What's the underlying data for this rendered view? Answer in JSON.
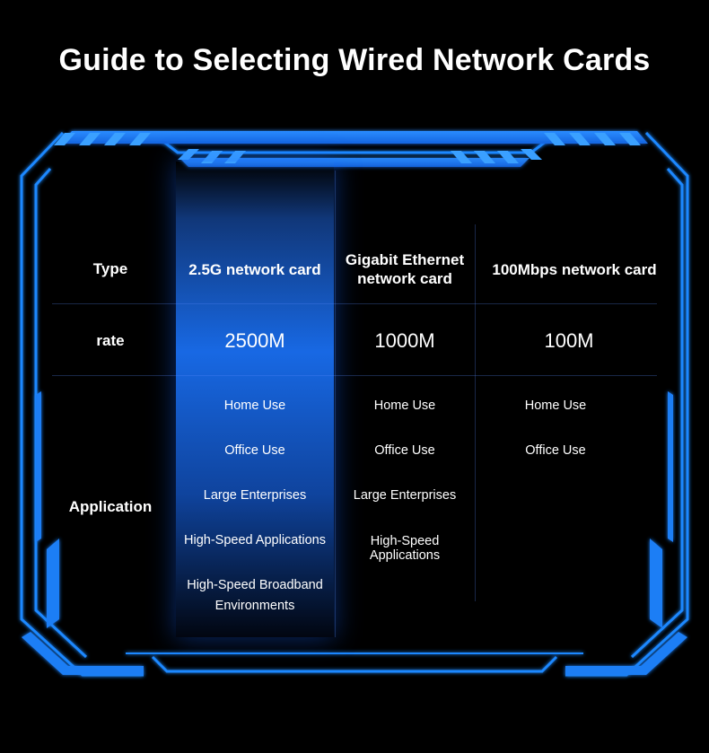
{
  "title": "Guide to Selecting Wired Network Cards",
  "colors": {
    "background": "#000000",
    "frame_blue": "#1e88ff",
    "highlight_blue": "#1a6ef0",
    "text": "#ffffff"
  },
  "table": {
    "row_labels": {
      "type": "Type",
      "rate": "rate",
      "application": "Application"
    },
    "columns": [
      {
        "type": "2.5G network card",
        "rate": "2500M",
        "applications": [
          "Home Use",
          "Office Use",
          "Large Enterprises",
          "High-Speed Applications",
          "High-Speed Broadband Environments"
        ]
      },
      {
        "type": "Gigabit Ethernet network card",
        "rate": "1000M",
        "applications": [
          "Home Use",
          "Office Use",
          "Large Enterprises",
          "High-Speed Applications"
        ]
      },
      {
        "type": "100Mbps network card",
        "rate": "100M",
        "applications": [
          "Home Use",
          "Office Use"
        ]
      }
    ]
  }
}
